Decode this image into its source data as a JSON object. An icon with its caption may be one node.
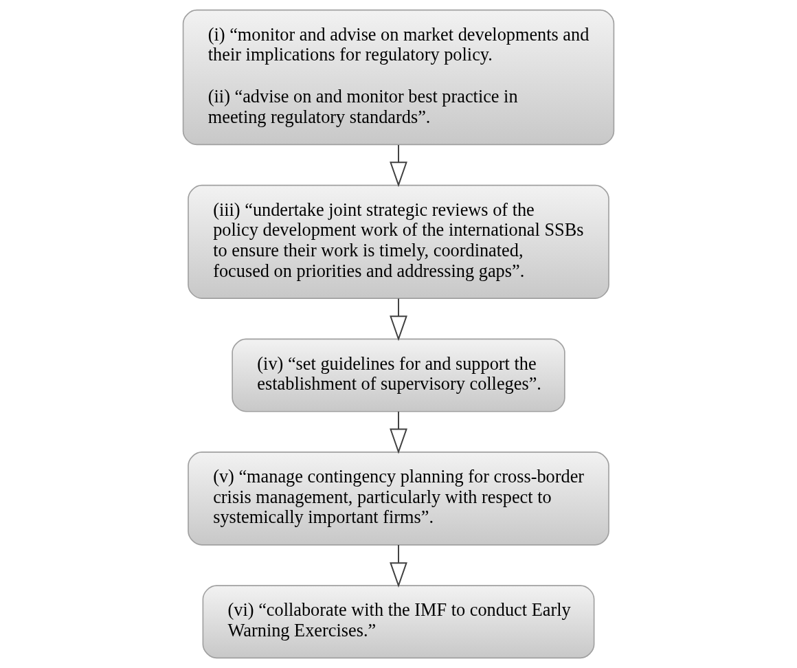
{
  "diagram": {
    "nodes": [
      {
        "text": [
          "(i) “monitor and advise on market developments and their implications for regulatory policy.",
          "(ii) “advise on and monitor best practice in meeting regulatory standards”."
        ]
      },
      {
        "text": [
          "(iii) “undertake joint strategic reviews of the policy development work of the international SSBs to ensure their work is timely, coordinated, focused on priorities and addressing gaps”."
        ]
      },
      {
        "text": [
          "(iv) “set guidelines for and support the establishment of supervisory colleges”."
        ]
      },
      {
        "text": [
          "(v) “manage contingency planning for cross-border crisis management, particularly with respect to systemically important firms”."
        ]
      },
      {
        "text": [
          "(vi) “collaborate with the IMF to conduct Early Warning Exercises.”"
        ]
      }
    ],
    "edges": [
      {
        "from": 0,
        "to": 1,
        "arrow": "to"
      },
      {
        "from": 1,
        "to": 2,
        "arrow": "to"
      },
      {
        "from": 2,
        "to": 3,
        "arrow": "to"
      },
      {
        "from": 3,
        "to": 4,
        "arrow": "to"
      }
    ]
  }
}
